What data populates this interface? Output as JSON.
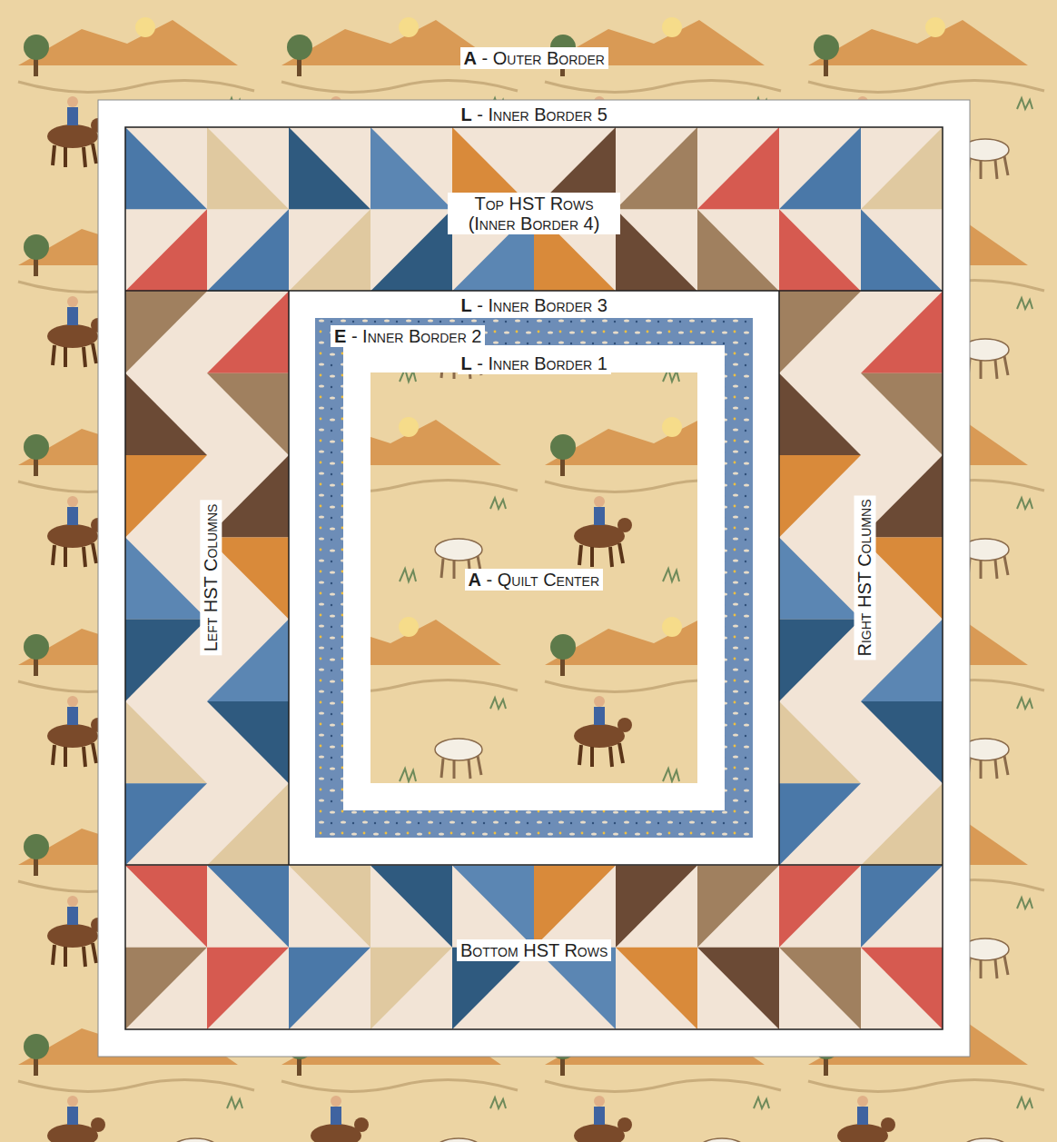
{
  "diagram": {
    "nodes": [
      {
        "text": [
          "A - Outer Border"
        ]
      },
      {
        "text": [
          "L - Inner Border 5"
        ],
        "in": 0
      },
      {
        "text": [
          "Top HST Rows (Inner Border 4)"
        ],
        "in": 1
      },
      {
        "text": [
          "L - Inner Border 3"
        ],
        "in": 1
      },
      {
        "text": [
          "E - Inner Border 2"
        ],
        "in": 3
      },
      {
        "text": [
          "L - Inner Border 1"
        ],
        "in": 4
      },
      {
        "text": [
          "A - Quilt Center"
        ],
        "in": 5
      },
      {
        "text": [
          "Left HST Columns"
        ],
        "in": 1
      },
      {
        "text": [
          "Right HST Columns"
        ],
        "in": 1
      },
      {
        "text": [
          "Bottom HST Rows"
        ],
        "in": 1
      }
    ]
  }
}
